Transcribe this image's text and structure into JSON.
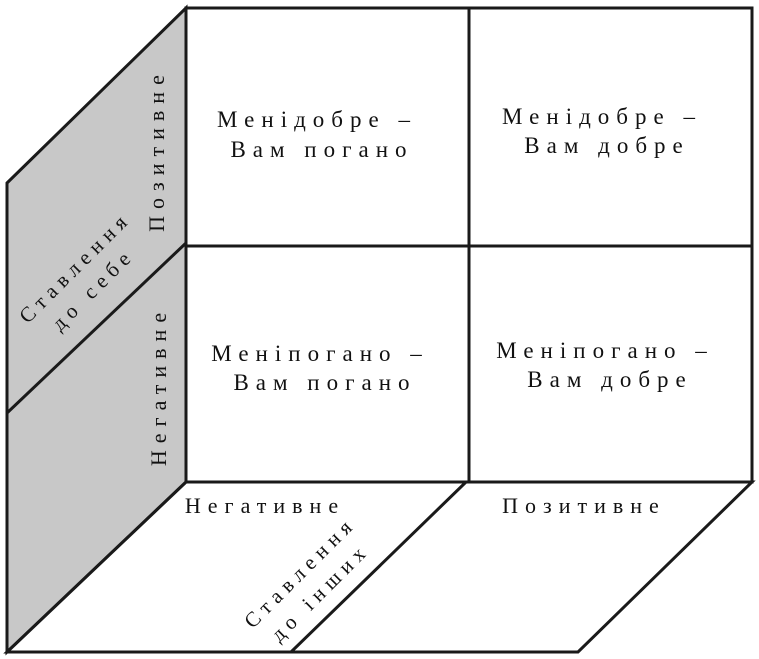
{
  "colors": {
    "line": "#1a1a1a",
    "side_fill": "#c8c8c8",
    "background": "#ffffff"
  },
  "cells": {
    "top_left": {
      "line1": "Менідобре –",
      "line2": "Вам погано"
    },
    "top_right": {
      "line1": "Менідобре –",
      "line2": "Вам добре"
    },
    "bottom_left": {
      "line1": "Меніпогано –",
      "line2": "Вам погано"
    },
    "bottom_right": {
      "line1": "Меніпогано –",
      "line2": "Вам добре"
    }
  },
  "vertical_axis": {
    "positive": "Позитивне",
    "negative": "Негативне",
    "title_line1": "Ставлення",
    "title_line2": "до себе"
  },
  "horizontal_axis": {
    "negative": "Негативне",
    "positive": "Позитивне",
    "title_line1": "Ставлення",
    "title_line2": "до інших"
  }
}
